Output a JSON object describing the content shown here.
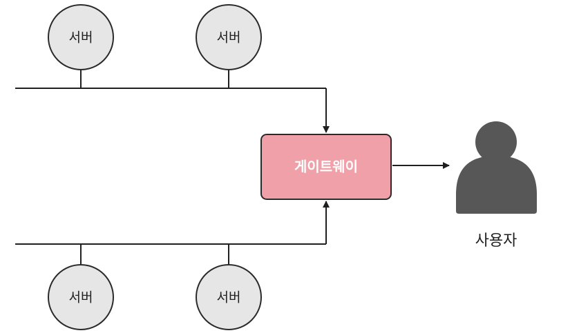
{
  "servers": [
    {
      "label": "서버"
    },
    {
      "label": "서버"
    },
    {
      "label": "서버"
    },
    {
      "label": "서버"
    }
  ],
  "gateway": {
    "label": "게이트웨이"
  },
  "user": {
    "label": "사용자",
    "icon": "user-icon"
  },
  "colors": {
    "server_fill": "#e6e6e6",
    "server_stroke": "#2a2a2a",
    "gateway_fill": "#f0a0a8",
    "gateway_stroke": "#2a2a2a",
    "user_fill": "#575757",
    "line": "#1f1f1f"
  }
}
